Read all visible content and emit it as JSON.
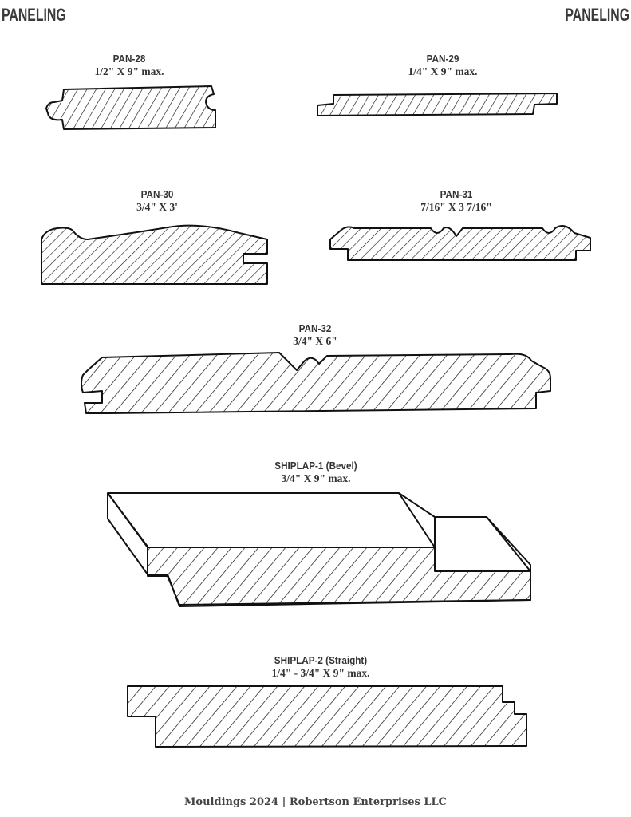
{
  "header": {
    "left_title": "PANELING",
    "right_title": "PANELING"
  },
  "profiles": [
    {
      "code": "PAN-28",
      "size": "1/2\" X 9\" max."
    },
    {
      "code": "PAN-29",
      "size": "1/4\" X 9\" max."
    },
    {
      "code": "PAN-30",
      "size": "3/4\" X 3'"
    },
    {
      "code": "PAN-31",
      "size": "7/16\" X 3 7/16\""
    },
    {
      "code": "PAN-32",
      "size": "3/4\" X 6\""
    },
    {
      "code": "SHIPLAP-1 (Bevel)",
      "size": "3/4\" X 9\" max."
    },
    {
      "code": "SHIPLAP-2 (Straight)",
      "size": "1/4\" - 3/4\" X 9\" max."
    }
  ],
  "footer": {
    "text": "Mouldings 2024 | Robertson Enterprises LLC"
  }
}
